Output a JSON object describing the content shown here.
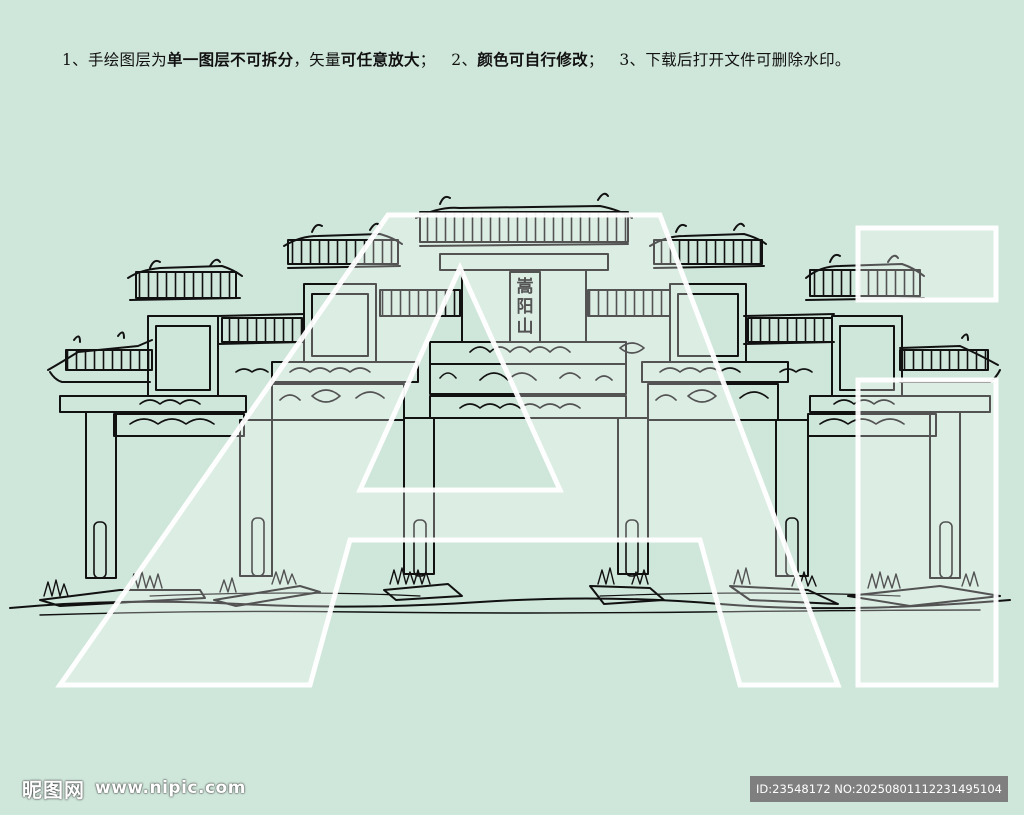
{
  "instructions": {
    "item1_prefix": "1、手绘图层为",
    "item1_bold": "单一图层不可拆分",
    "item1_mid": "，矢量",
    "item1_bold2": "可任意放大",
    "item1_end": "；",
    "item2_prefix": "2、",
    "item2_bold": "颜色可自行修改",
    "item2_end": "；",
    "item3": "3、下载后打开文件可删除水印。"
  },
  "sign_text": "嵩阳山",
  "footer": {
    "logo": "昵图网",
    "url": "www.nipic.com",
    "id_text": "ID:23548172 NO:20250801112231495104"
  },
  "colors": {
    "background": "#cfe6da",
    "line": "#111111",
    "watermark": "#ffffff"
  }
}
